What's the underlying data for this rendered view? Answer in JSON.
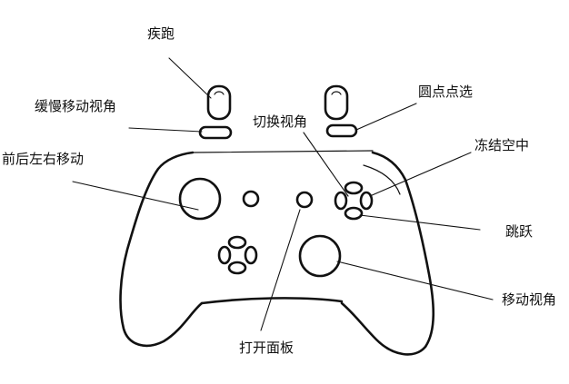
{
  "labels": {
    "sprint": "疾跑",
    "slow_view": "缓慢移动视角",
    "dot_select": "圆点点选",
    "switch_view": "切换视角",
    "move": "前后左右移动",
    "freeze_air": "冻结空中",
    "jump": "跳跃",
    "move_view": "移动视角",
    "open_panel": "打开面板"
  }
}
